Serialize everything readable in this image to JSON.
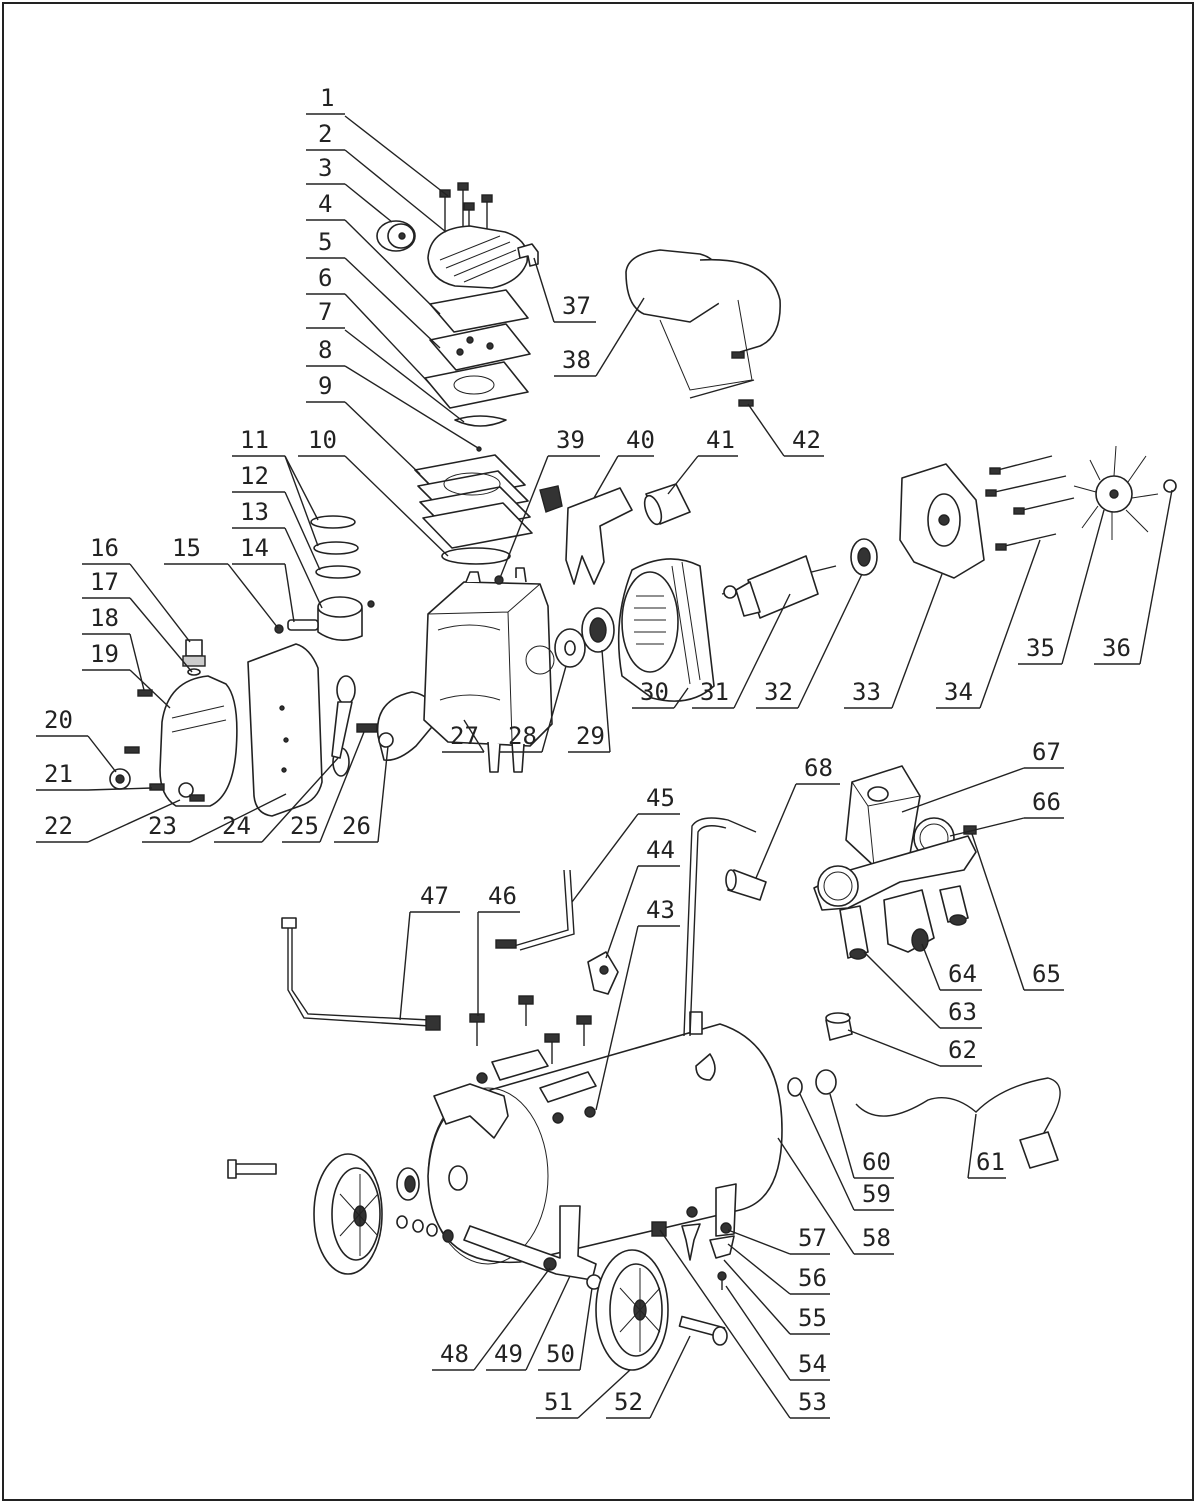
{
  "title": "",
  "callouts": [
    {
      "id": "1",
      "text": "1"
    },
    {
      "id": "2",
      "text": "2"
    },
    {
      "id": "3",
      "text": "3"
    },
    {
      "id": "4",
      "text": "4"
    },
    {
      "id": "5",
      "text": "5"
    },
    {
      "id": "6",
      "text": "6"
    },
    {
      "id": "7",
      "text": "7"
    },
    {
      "id": "8",
      "text": "8"
    },
    {
      "id": "9",
      "text": "9"
    },
    {
      "id": "10",
      "text": "10"
    },
    {
      "id": "11",
      "text": "11"
    },
    {
      "id": "12",
      "text": "12"
    },
    {
      "id": "13",
      "text": "13"
    },
    {
      "id": "14",
      "text": "14"
    },
    {
      "id": "15",
      "text": "15"
    },
    {
      "id": "16",
      "text": "16"
    },
    {
      "id": "17",
      "text": "17"
    },
    {
      "id": "18",
      "text": "18"
    },
    {
      "id": "19",
      "text": "19"
    },
    {
      "id": "20",
      "text": "20"
    },
    {
      "id": "21",
      "text": "21"
    },
    {
      "id": "22",
      "text": "22"
    },
    {
      "id": "23",
      "text": "23"
    },
    {
      "id": "24",
      "text": "24"
    },
    {
      "id": "25",
      "text": "25"
    },
    {
      "id": "26",
      "text": "26"
    },
    {
      "id": "27",
      "text": "27"
    },
    {
      "id": "28",
      "text": "28"
    },
    {
      "id": "29",
      "text": "29"
    },
    {
      "id": "30",
      "text": "30"
    },
    {
      "id": "31",
      "text": "31"
    },
    {
      "id": "32",
      "text": "32"
    },
    {
      "id": "33",
      "text": "33"
    },
    {
      "id": "34",
      "text": "34"
    },
    {
      "id": "35",
      "text": "35"
    },
    {
      "id": "36",
      "text": "36"
    },
    {
      "id": "37",
      "text": "37"
    },
    {
      "id": "38",
      "text": "38"
    },
    {
      "id": "39",
      "text": "39"
    },
    {
      "id": "40",
      "text": "40"
    },
    {
      "id": "41",
      "text": "41"
    },
    {
      "id": "42",
      "text": "42"
    },
    {
      "id": "43",
      "text": "43"
    },
    {
      "id": "44",
      "text": "44"
    },
    {
      "id": "45",
      "text": "45"
    },
    {
      "id": "46",
      "text": "46"
    },
    {
      "id": "47",
      "text": "47"
    },
    {
      "id": "48",
      "text": "48"
    },
    {
      "id": "49",
      "text": "49"
    },
    {
      "id": "50",
      "text": "50"
    },
    {
      "id": "51",
      "text": "51"
    },
    {
      "id": "52",
      "text": "52"
    },
    {
      "id": "53",
      "text": "53"
    },
    {
      "id": "54",
      "text": "54"
    },
    {
      "id": "55",
      "text": "55"
    },
    {
      "id": "56",
      "text": "56"
    },
    {
      "id": "57",
      "text": "57"
    },
    {
      "id": "58",
      "text": "58"
    },
    {
      "id": "59",
      "text": "59"
    },
    {
      "id": "60",
      "text": "60"
    },
    {
      "id": "61",
      "text": "61"
    },
    {
      "id": "62",
      "text": "62"
    },
    {
      "id": "63",
      "text": "63"
    },
    {
      "id": "64",
      "text": "64"
    },
    {
      "id": "65",
      "text": "65"
    },
    {
      "id": "66",
      "text": "66"
    },
    {
      "id": "67",
      "text": "67"
    },
    {
      "id": "68",
      "text": "68"
    }
  ],
  "colors": {
    "line": "#222222",
    "background": "#ffffff",
    "fill_light": "#cccccc",
    "fill_dark": "#333333"
  }
}
